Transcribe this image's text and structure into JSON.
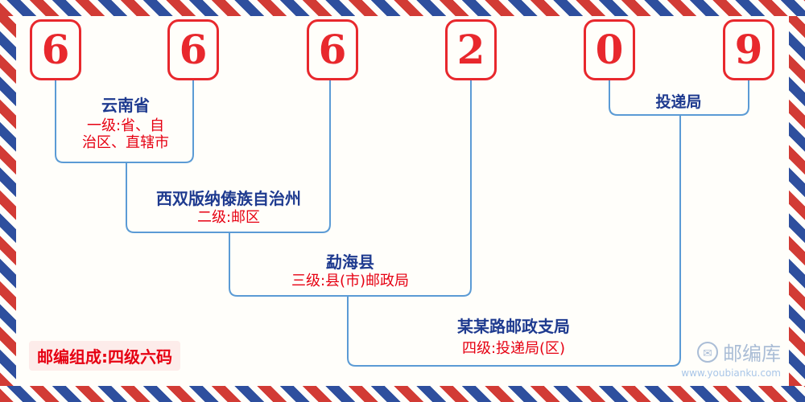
{
  "postal_code": {
    "digits": [
      "6",
      "6",
      "6",
      "2",
      "0",
      "9"
    ]
  },
  "levels": [
    {
      "name": "云南省",
      "desc_lines": [
        "一级:省、自",
        "治区、直辖市"
      ]
    },
    {
      "name": "西双版纳傣族自治州",
      "desc_lines": [
        "二级:邮区"
      ]
    },
    {
      "name": "勐海县",
      "desc_lines": [
        "三级:县(市)邮政局"
      ]
    },
    {
      "name": "某某路邮政支局",
      "desc_lines": [
        "四级:投递局(区)"
      ]
    }
  ],
  "delivery_label": "投递局",
  "footer": {
    "composition": "邮编组成:四级六码"
  },
  "brand": {
    "icon": "envelope-icon",
    "icon_glyph": "✉",
    "name": "邮编库",
    "url": "www.youbianku.com"
  },
  "colors": {
    "digit_red": "#e8282d",
    "label_blue": "#1e3a8f",
    "desc_red": "#e60012",
    "line_blue": "#5b9bd5",
    "border_red": "#d23b35",
    "border_blue": "#2e4f9e",
    "brand_blue": "#aabdd6"
  }
}
